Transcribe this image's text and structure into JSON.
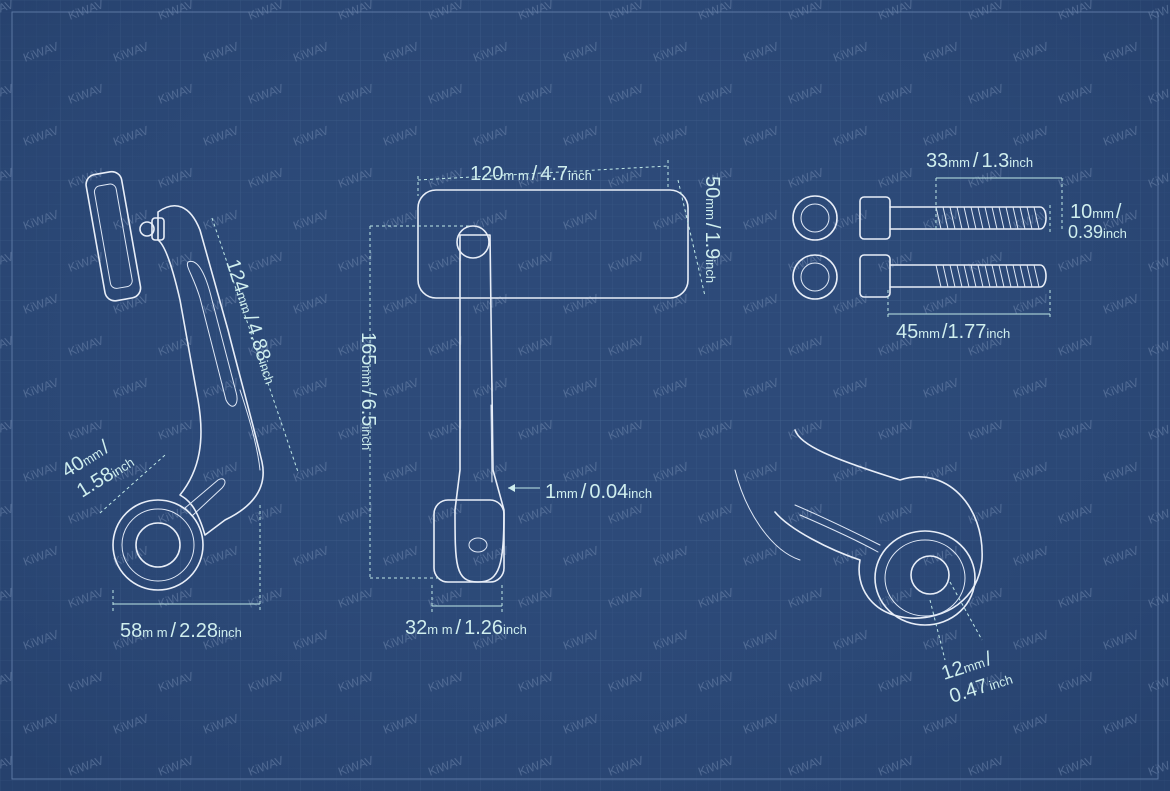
{
  "watermark": "KiWAV",
  "dimensions": {
    "d124_num": "124",
    "d124_unit": "mm",
    "d124_sep": "/",
    "d124_in": "4.88",
    "d124_inunit": "inch",
    "d40_num": "40",
    "d40_unit": "mm",
    "d40_sep": "/",
    "d40_in": "1.58",
    "d40_inunit": "inch",
    "d58_num": "58",
    "d58_unit": "m m",
    "d58_sep": "/",
    "d58_in": "2.28",
    "d58_inunit": "inch",
    "d120_num": "120",
    "d120_unit": "m m",
    "d120_sep": "/",
    "d120_in": "4.7",
    "d120_inunit": "inch",
    "d50_num": "50",
    "d50_unit": "mm",
    "d50_sep": "/",
    "d50_in": "1.9",
    "d50_inunit": "inch",
    "d165_num": "165",
    "d165_unit": "mm",
    "d165_sep": "/",
    "d165_in": "6.5",
    "d165_inunit": "inch",
    "d1_num": "1",
    "d1_unit": "mm",
    "d1_sep": "/",
    "d1_in": "0.04",
    "d1_inunit": "inch",
    "d32_num": "32",
    "d32_unit": "m m",
    "d32_sep": "/",
    "d32_in": "1.26",
    "d32_inunit": "inch",
    "d33_num": "33",
    "d33_unit": "mm",
    "d33_sep": "/",
    "d33_in": "1.3",
    "d33_inunit": "inch",
    "d10_num": "10",
    "d10_unit": "mm",
    "d10_sep": "/",
    "d10_in": "0.39",
    "d10_inunit": "inch",
    "d45_num": "45",
    "d45_unit": "mm",
    "d45_sep": "/",
    "d45_in": "1.77",
    "d45_inunit": "inch",
    "d12_num": "12",
    "d12_unit": "mm",
    "d12_sep": "/",
    "d12_in": "0.47",
    "d12_inunit": "inch"
  },
  "colors": {
    "background": "#2d4a78",
    "line": "#e8eef8",
    "dimension": "#cfeeee"
  }
}
